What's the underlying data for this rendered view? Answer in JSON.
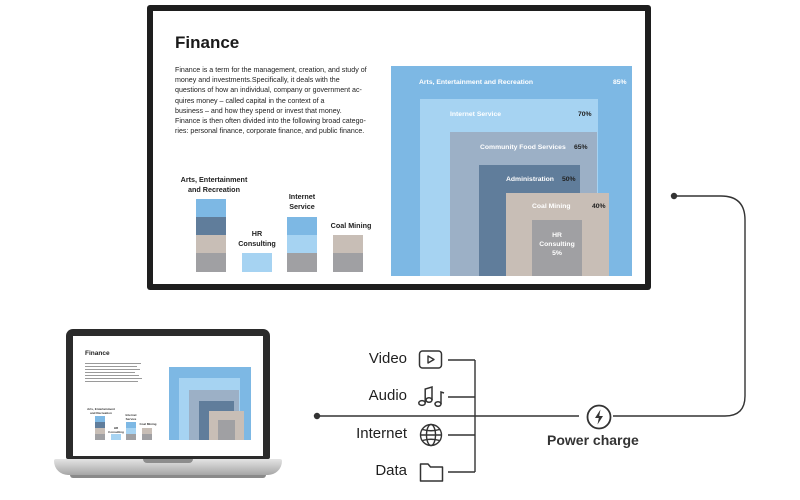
{
  "slide": {
    "title": "Finance",
    "body": [
      "Finance is a term for the management, creation, and study of",
      "money and investments.Specifically, it deals with the",
      "questions of how an individual, company or government ac-",
      "quires money – called capital in the context of a",
      "business – and how they spend or invest that money.",
      "Finance is then often divided into the following broad catego-",
      "ries: personal finance, corporate finance, and public finance."
    ],
    "bars": [
      {
        "label_lines": [
          "Arts, Entertainment",
          "and Recreation"
        ]
      },
      {
        "label_lines": [
          "HR",
          "Consulting"
        ]
      },
      {
        "label_lines": [
          "Internet",
          "Service"
        ]
      },
      {
        "label_lines": [
          "Coal Mining"
        ]
      }
    ],
    "funnel": [
      {
        "label": "Arts, Entertainment and Recreation",
        "pct": "85%",
        "color": "#7db8e4"
      },
      {
        "label": "Internet Service",
        "pct": "70%",
        "color": "#a6d3f2"
      },
      {
        "label": "Community Food Services",
        "pct": "65%",
        "color": "#9cb0c6"
      },
      {
        "label": "Administration",
        "pct": "50%",
        "color": "#607d9b"
      },
      {
        "label": "Coal Mining",
        "pct": "40%",
        "color": "#c8beb6"
      },
      {
        "label_lines": [
          "HR",
          "Consulting"
        ],
        "pct": "5%",
        "color": "#a0a0a3"
      }
    ]
  },
  "connections": [
    {
      "label": "Video",
      "icon": "video-play-icon"
    },
    {
      "label": "Audio",
      "icon": "music-notes-icon"
    },
    {
      "label": "Internet",
      "icon": "globe-icon"
    },
    {
      "label": "Data",
      "icon": "folder-icon"
    }
  ],
  "power": {
    "label": "Power charge",
    "icon": "lightning-icon"
  },
  "colors": {
    "blue": "#7db8e4",
    "light_blue": "#a6d3f2",
    "slate": "#607d9b",
    "steel": "#9cb0c6",
    "taupe": "#c8beb6",
    "gray": "#a0a0a3",
    "wire": "#333333"
  }
}
